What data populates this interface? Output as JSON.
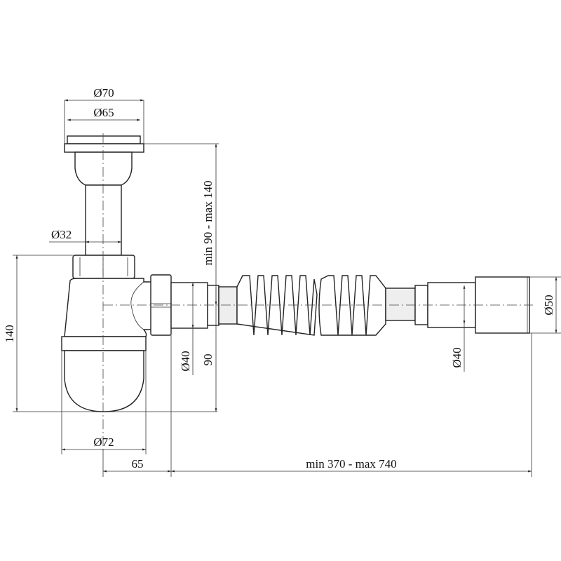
{
  "dimensions": {
    "top_outer_diameter": "Ø70",
    "top_inner_diameter": "Ø65",
    "tube_diameter": "Ø32",
    "height_total": "140",
    "height_range": "min 90 - max 140",
    "outlet_diameter_left": "Ø40",
    "outlet_height": "90",
    "bowl_diameter": "Ø72",
    "outlet_offset": "65",
    "length_range": "min 370 - max 740",
    "outlet_diameter_right": "Ø40",
    "end_diameter": "Ø50"
  },
  "colors": {
    "line": "#222222",
    "background": "#ffffff"
  }
}
